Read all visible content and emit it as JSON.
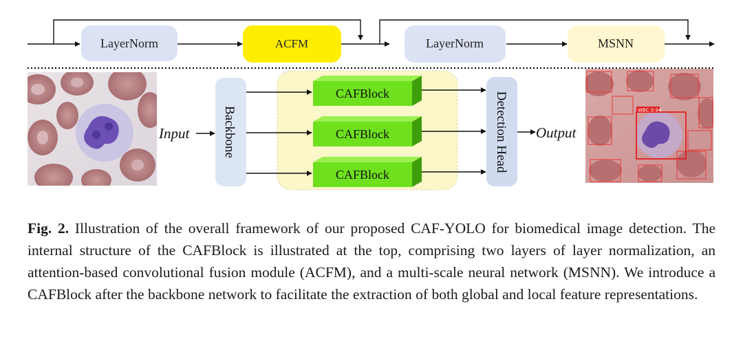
{
  "diagram": {
    "top_block": {
      "layernorm_1": "LayerNorm",
      "acfm": "ACFM",
      "layernorm_2": "LayerNorm",
      "msnn": "MSNN"
    },
    "pipeline": {
      "input_label": "Input",
      "backbone": "Backbone",
      "cafblocks": [
        "CAFBlock",
        "CAFBlock",
        "CAFBlock"
      ],
      "detection_head": "Detection Head",
      "output_label": "Output"
    },
    "detection_badge": "WBC 0.94",
    "colors": {
      "norm_box": "#dbe2f3",
      "acfm_box": "#ffee00",
      "msnn_box": "#fff7cf",
      "caf_group": "#fbf7c9",
      "cafblock": "#6ee01e",
      "cafblock_side": "#3f9e0c",
      "backbone_box": "#dbe5f4",
      "detect_box": "#d0dbef",
      "detection_stroke": "#e83a3a"
    }
  },
  "caption": {
    "label": "Fig. 2.",
    "text": " Illustration of the overall framework of our proposed CAF-YOLO for biomedical image detection. The internal structure of the CAFBlock is illustrated at the top, comprising two layers of layer normalization, an attention-based convolutional fusion module (ACFM), and a multi-scale neural network (MSNN). We introduce a CAFBlock after the backbone network to facilitate the extraction of both global and local feature representations."
  }
}
